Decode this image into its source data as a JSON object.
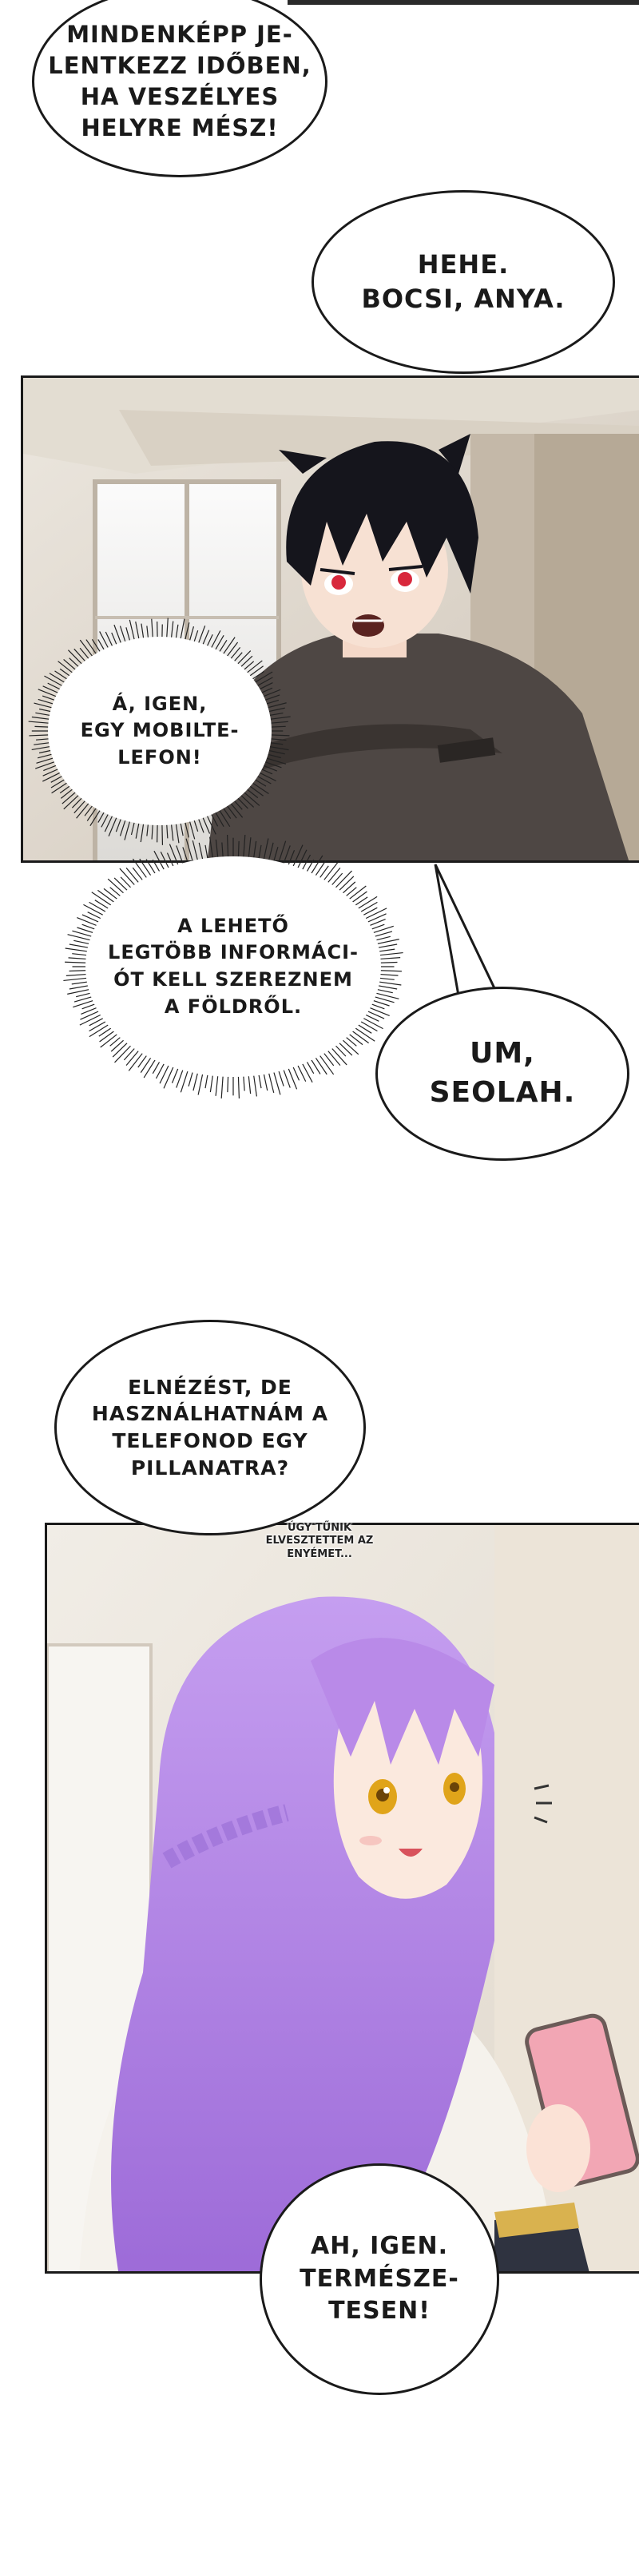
{
  "bubbles": {
    "b1": "MINDENKÉPP JE-\nLENTKEZZ IDŐBEN,\nHA VESZÉLYES\nHELYRE MÉSZ!",
    "b2": "HEHE.\nBOCSI, ANYA.",
    "b3": "Á, IGEN,\nEGY MOBILTE-\nLEFON!",
    "b4": "A LEHETŐ\nLEGTÖBB INFORMÁCI-\nÓT KELL SZEREZNEM\nA FÖLDRŐL.",
    "b5": "UM,\nSEOLAH.",
    "b6": "ELNÉZÉST, DE\nHASZNÁLHATNÁM A\nTELEFONOD EGY\nPILLANATRA?",
    "b7": "AH, IGEN.\nTERMÉSZE-\nTESEN!"
  },
  "sfx": {
    "aside": "ÚGY TŰNIK\nELVESZTETTEM AZ\nENYÉMET..."
  },
  "colors": {
    "hair_boy": "#15151c",
    "eyes_boy": "#d8283c",
    "hair_girl": "#b889e6",
    "eyes_girl": "#e0a41a",
    "coat": "#4e4744",
    "phone": "#f2a6b4"
  }
}
